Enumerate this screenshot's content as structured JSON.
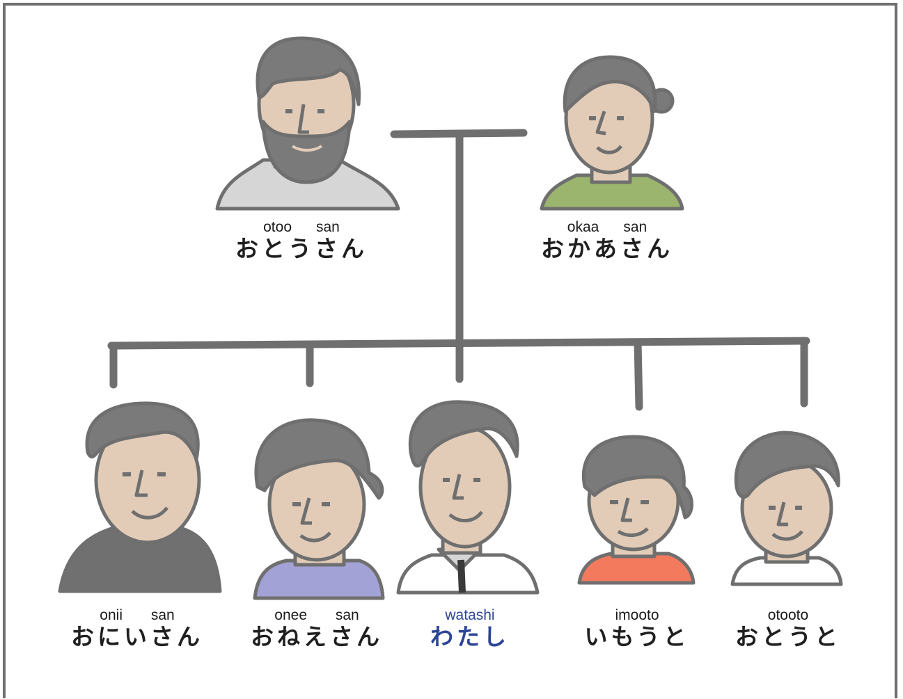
{
  "colors": {
    "outline": "#6f6f6f",
    "skin": "#e2ccb8",
    "hair": "#7a7a7a",
    "highlight_text": "#2d4596",
    "father_shirt": "#d6d6d6",
    "mother_shirt": "#9bb56f",
    "brother_shirt": "#707070",
    "sister_shirt": "#a3a2d6",
    "me_shirt": "#ffffff",
    "younger_sister_shirt": "#f47a5e",
    "younger_brother_shirt": "#ffffff"
  },
  "parents": [
    {
      "id": "father",
      "romaji": "otoo      san",
      "kana": "おとうさん"
    },
    {
      "id": "mother",
      "romaji": "okaa      san",
      "kana": "おかあさん"
    }
  ],
  "children": [
    {
      "id": "older-brother",
      "romaji": "onii       san",
      "kana": "おにいさん"
    },
    {
      "id": "older-sister",
      "romaji": "onee       san",
      "kana": "おねえさん"
    },
    {
      "id": "me",
      "romaji": "watashi",
      "kana": "わたし"
    },
    {
      "id": "younger-sister",
      "romaji": "imooto",
      "kana": "いもうと"
    },
    {
      "id": "younger-brother",
      "romaji": "otooto",
      "kana": "おとうと"
    }
  ]
}
